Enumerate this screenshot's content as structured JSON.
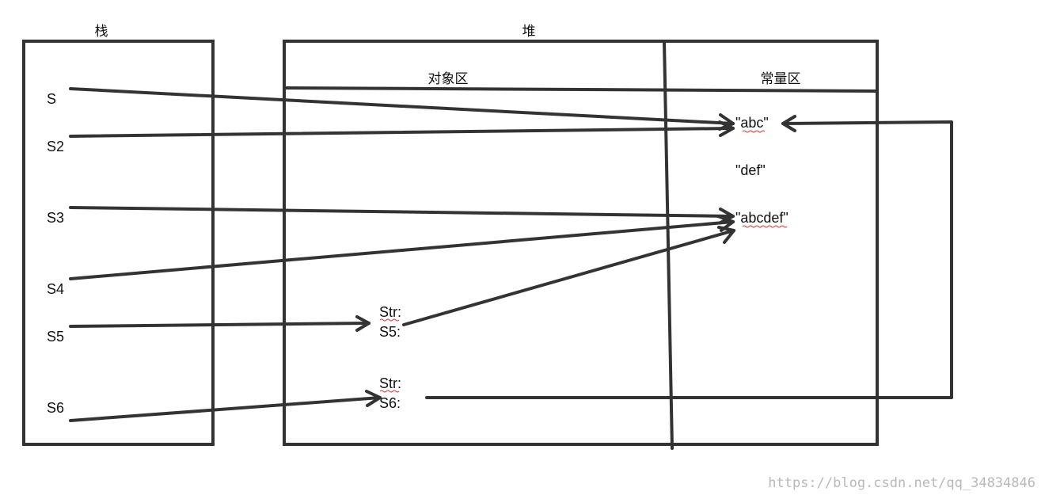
{
  "diagram": {
    "stack_label": "栈",
    "heap_label": "堆",
    "object_area_label": "对象区",
    "constant_area_label": "常量区",
    "stack_vars": [
      "S",
      "S2",
      "S3",
      "S4",
      "S5",
      "S6"
    ],
    "constants": [
      "\"abc\"",
      "\"def\"",
      "\"abcdef\""
    ],
    "objects": [
      {
        "line1": "Str:",
        "line2": "S5:"
      },
      {
        "line1": "Str:",
        "line2": "S6:"
      }
    ],
    "stroke_color": "#333333",
    "spellcheck_color": "#e03030"
  },
  "watermark": "https://blog.csdn.net/qq_34834846"
}
